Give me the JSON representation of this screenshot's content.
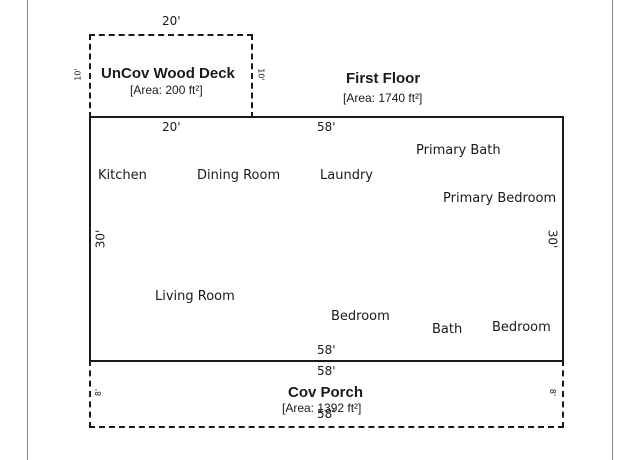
{
  "deck": {
    "title": "UnCov Wood Deck",
    "area": "[Area: 200 ft²]",
    "dim_top": "20'",
    "dim_bottom": "20'",
    "dim_left": "10'",
    "dim_right": "10'"
  },
  "first_floor": {
    "title": "First Floor",
    "area": "[Area: 1740 ft²]",
    "dim_top": "58'",
    "dim_bottom": "58'",
    "dim_left": "30'",
    "dim_right": "30'"
  },
  "rooms": {
    "kitchen": "Kitchen",
    "dining_room": "Dining Room",
    "laundry": "Laundry",
    "primary_bath": "Primary Bath",
    "primary_bedroom": "Primary Bedroom",
    "living_room": "Living Room",
    "bedroom_1": "Bedroom",
    "bath": "Bath",
    "bedroom_2": "Bedroom"
  },
  "porch": {
    "title": "Cov Porch",
    "area": "[Area: 1392 ft²]",
    "dim_top": "58'",
    "dim_bottom": "58'",
    "dim_left": "8'",
    "dim_right": "8'"
  }
}
